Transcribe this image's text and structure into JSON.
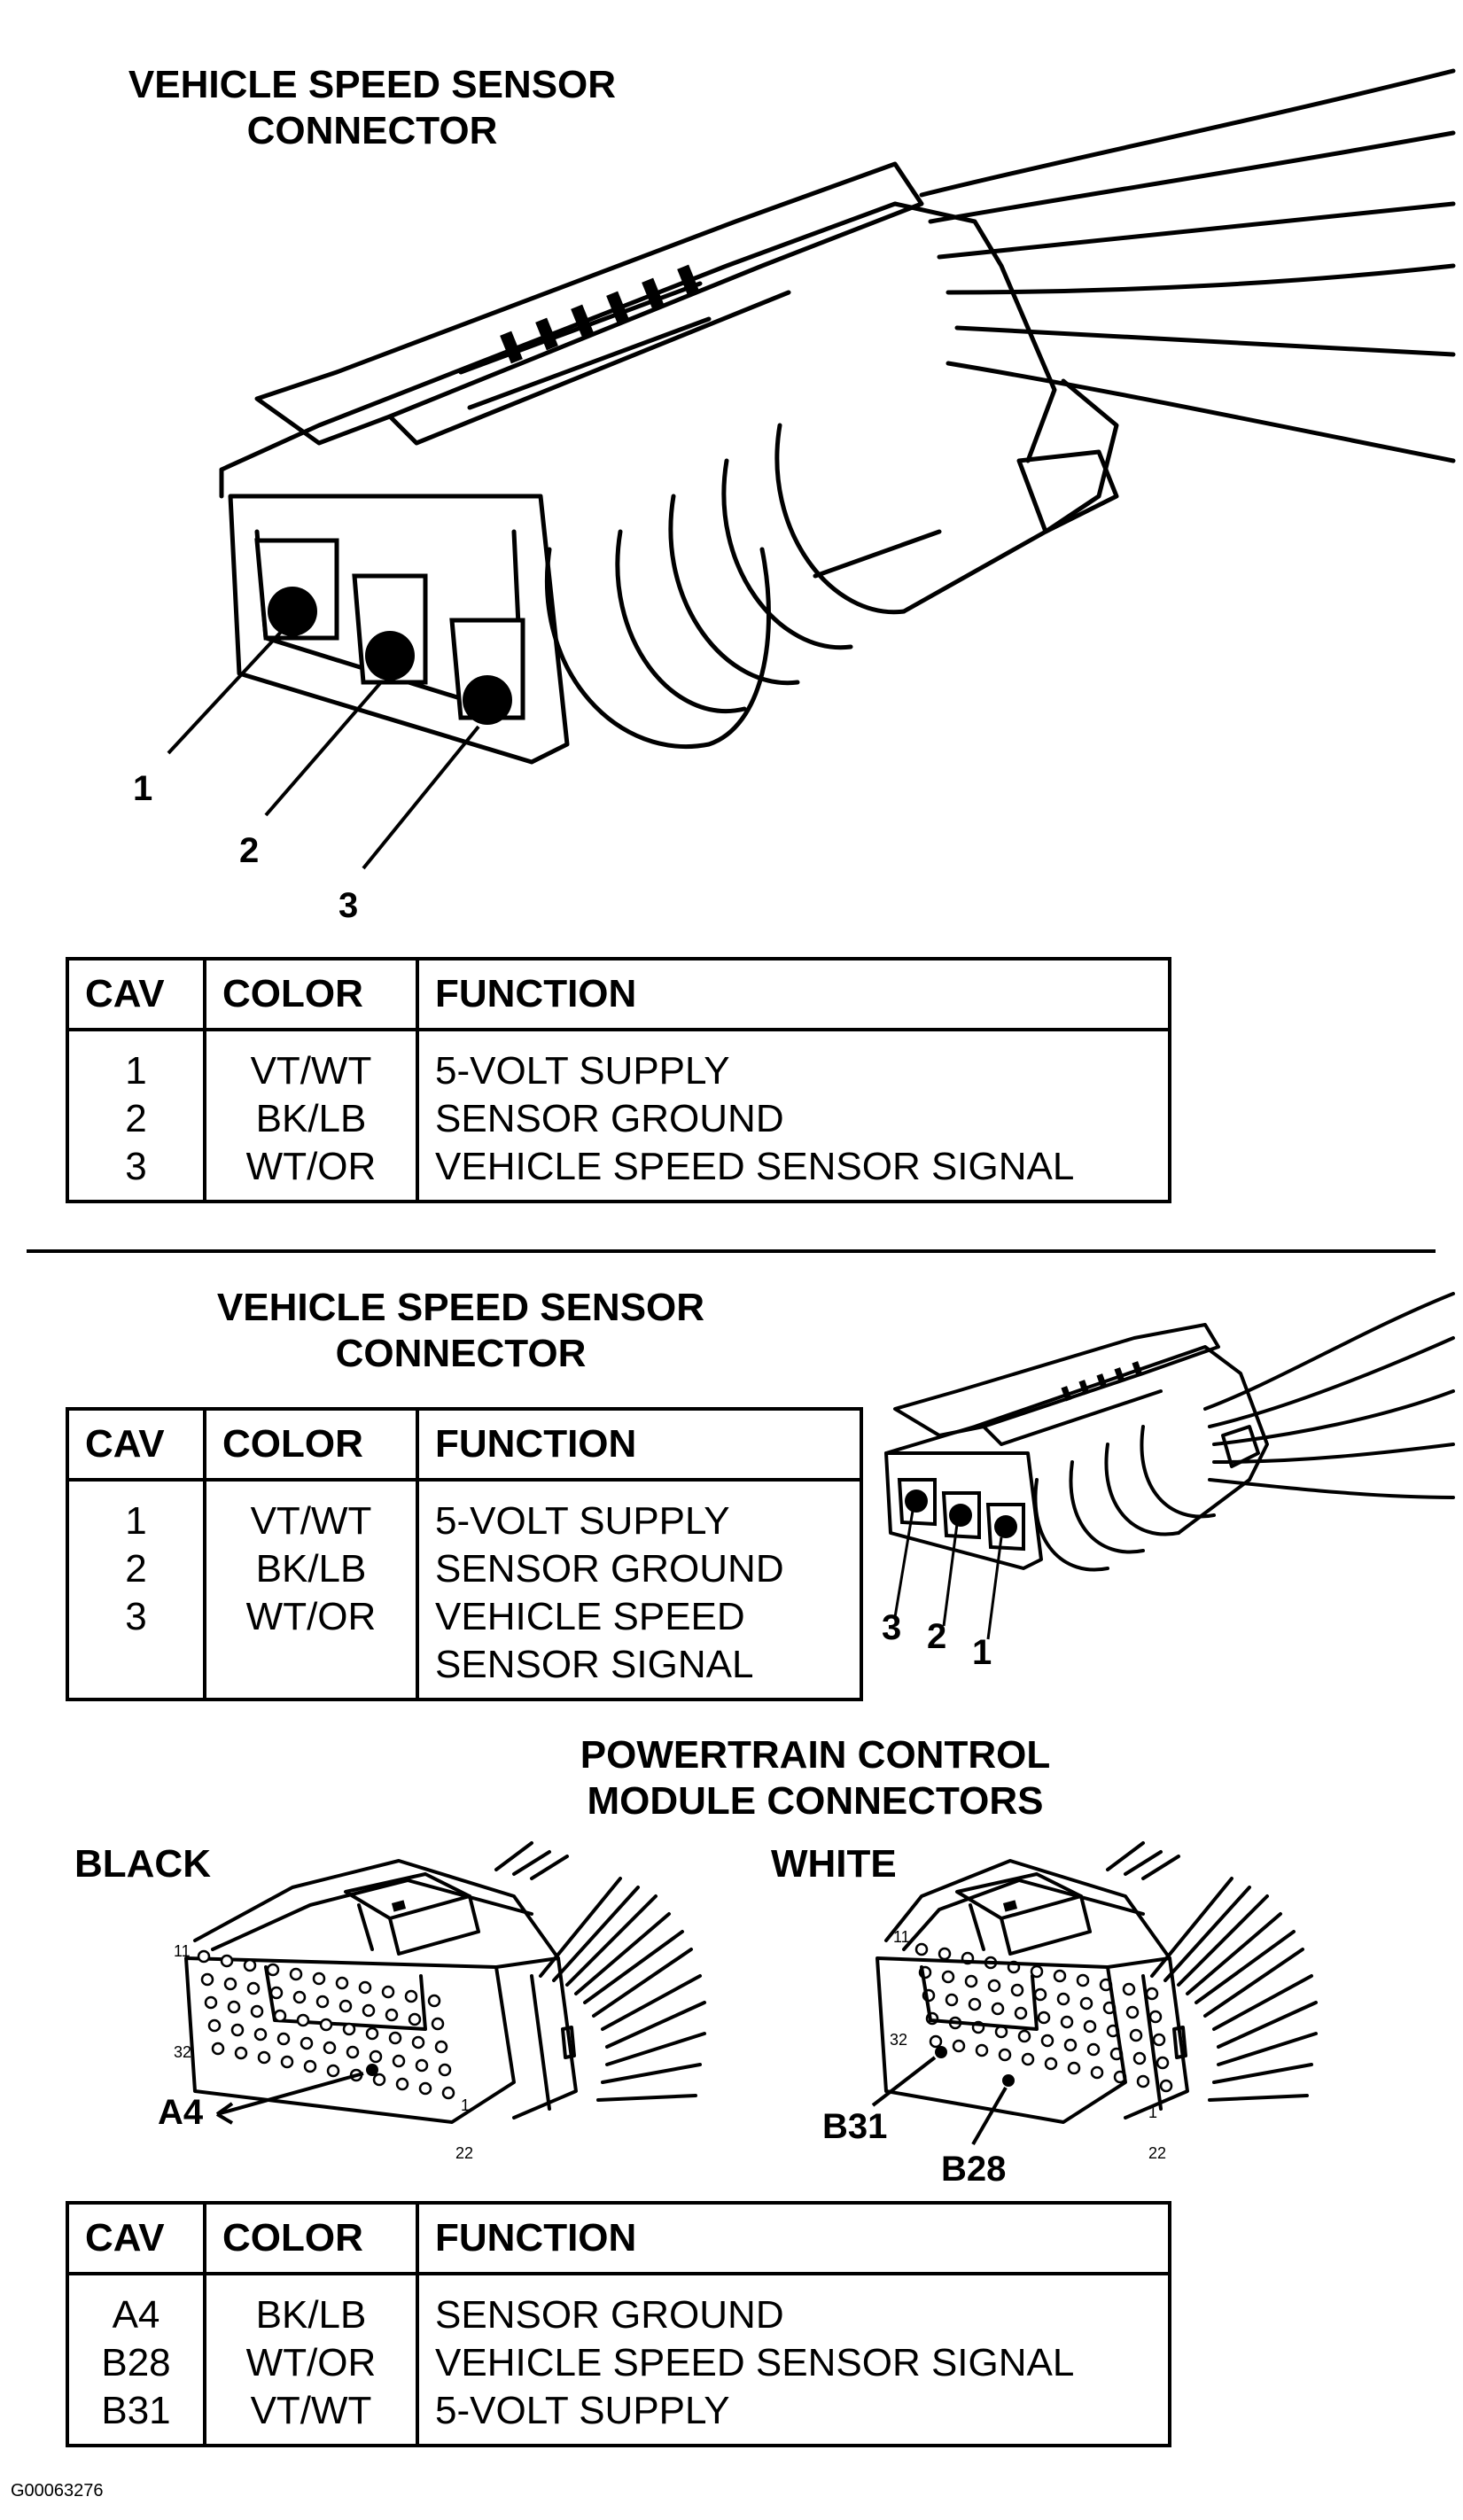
{
  "section1": {
    "title_line1": "VEHICLE SPEED SENSOR",
    "title_line2": "CONNECTOR",
    "pin_labels": [
      "3",
      "2",
      "1"
    ],
    "table": {
      "headers": [
        "CAV",
        "COLOR",
        "FUNCTION"
      ],
      "rows": [
        {
          "cav": "1",
          "color": "VT/WT",
          "function": "5-VOLT SUPPLY"
        },
        {
          "cav": "2",
          "color": "BK/LB",
          "function": "SENSOR GROUND"
        },
        {
          "cav": "3",
          "color": "WT/OR",
          "function": "VEHICLE SPEED SENSOR SIGNAL"
        }
      ]
    }
  },
  "section2": {
    "title_line1": "VEHICLE SPEED SENSOR",
    "title_line2": "CONNECTOR",
    "pin_labels": [
      "3",
      "2",
      "1"
    ],
    "table": {
      "headers": [
        "CAV",
        "COLOR",
        "FUNCTION"
      ],
      "rows": [
        {
          "cav": "1",
          "color": "VT/WT",
          "function": "5-VOLT SUPPLY"
        },
        {
          "cav": "2",
          "color": "BK/LB",
          "function": "SENSOR GROUND"
        },
        {
          "cav": "3",
          "color": "WT/OR",
          "function": "VEHICLE SPEED",
          "function_line2": "SENSOR SIGNAL"
        }
      ]
    }
  },
  "section3": {
    "title_line1": "POWERTRAIN CONTROL",
    "title_line2": "MODULE CONNECTORS",
    "black_label": "BLACK",
    "white_label": "WHITE",
    "black_pins": {
      "p11": "11",
      "p32": "32",
      "p1": "1",
      "p22": "22",
      "callout": "A4"
    },
    "white_pins": {
      "p11": "11",
      "p32": "32",
      "p1": "1",
      "p22": "22",
      "callout_b31": "B31",
      "callout_b28": "B28"
    },
    "table": {
      "headers": [
        "CAV",
        "COLOR",
        "FUNCTION"
      ],
      "rows": [
        {
          "cav": "A4",
          "color": "BK/LB",
          "function": "SENSOR GROUND"
        },
        {
          "cav": "B28",
          "color": "WT/OR",
          "function": "VEHICLE SPEED SENSOR SIGNAL"
        },
        {
          "cav": "B31",
          "color": "VT/WT",
          "function": "5-VOLT SUPPLY"
        }
      ]
    }
  },
  "footer": {
    "code": "G00063276"
  }
}
